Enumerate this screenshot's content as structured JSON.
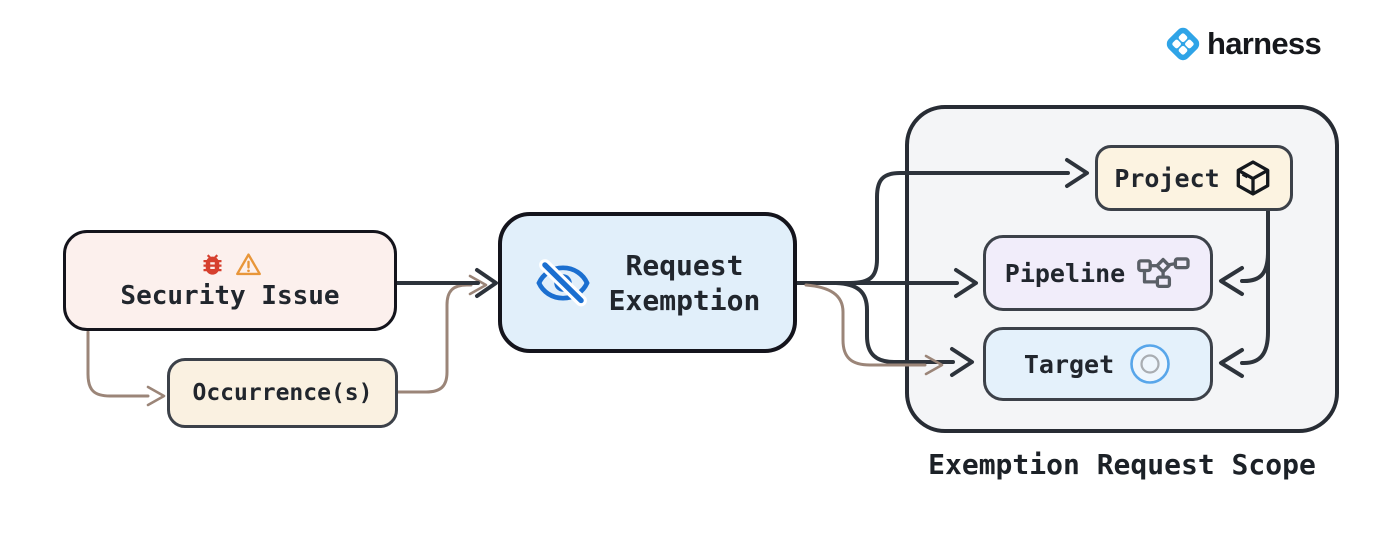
{
  "brand": {
    "name": "harness",
    "logo_icon": "harness-diamond-logo"
  },
  "nodes": {
    "security_issue": {
      "label": "Security Issue",
      "icons": [
        "bug-icon",
        "warning-icon"
      ]
    },
    "occurrence": {
      "label": "Occurrence(s)"
    },
    "request_exemption": {
      "label_line1": "Request",
      "label_line2": "Exemption",
      "icon": "eye-off-icon"
    },
    "project": {
      "label": "Project",
      "icon": "package-cube-icon"
    },
    "pipeline": {
      "label": "Pipeline",
      "icon": "pipeline-graph-icon"
    },
    "target": {
      "label": "Target",
      "icon": "target-circles-icon"
    }
  },
  "scope": {
    "label": "Exemption Request Scope"
  },
  "colors": {
    "security_bg": "#fcf0ed",
    "occurrence_bg": "#faf1e1",
    "exemption_bg": "#e1effa",
    "scope_bg": "#f4f5f7",
    "project_bg": "#fcf3e1",
    "pipeline_bg": "#f1edfa",
    "target_bg": "#e4f1fb",
    "arrow_dark": "#2d333b",
    "arrow_brown": "#9b8578",
    "bug_red": "#d6402f",
    "warning_orange": "#e8963a",
    "eye_blue": "#1b6fd0",
    "brand_blue": "#2fa4e7",
    "icon_gray": "#5a5f66",
    "target_ring_blue": "#58a6ea",
    "target_ring_gray": "#a9adb2"
  }
}
